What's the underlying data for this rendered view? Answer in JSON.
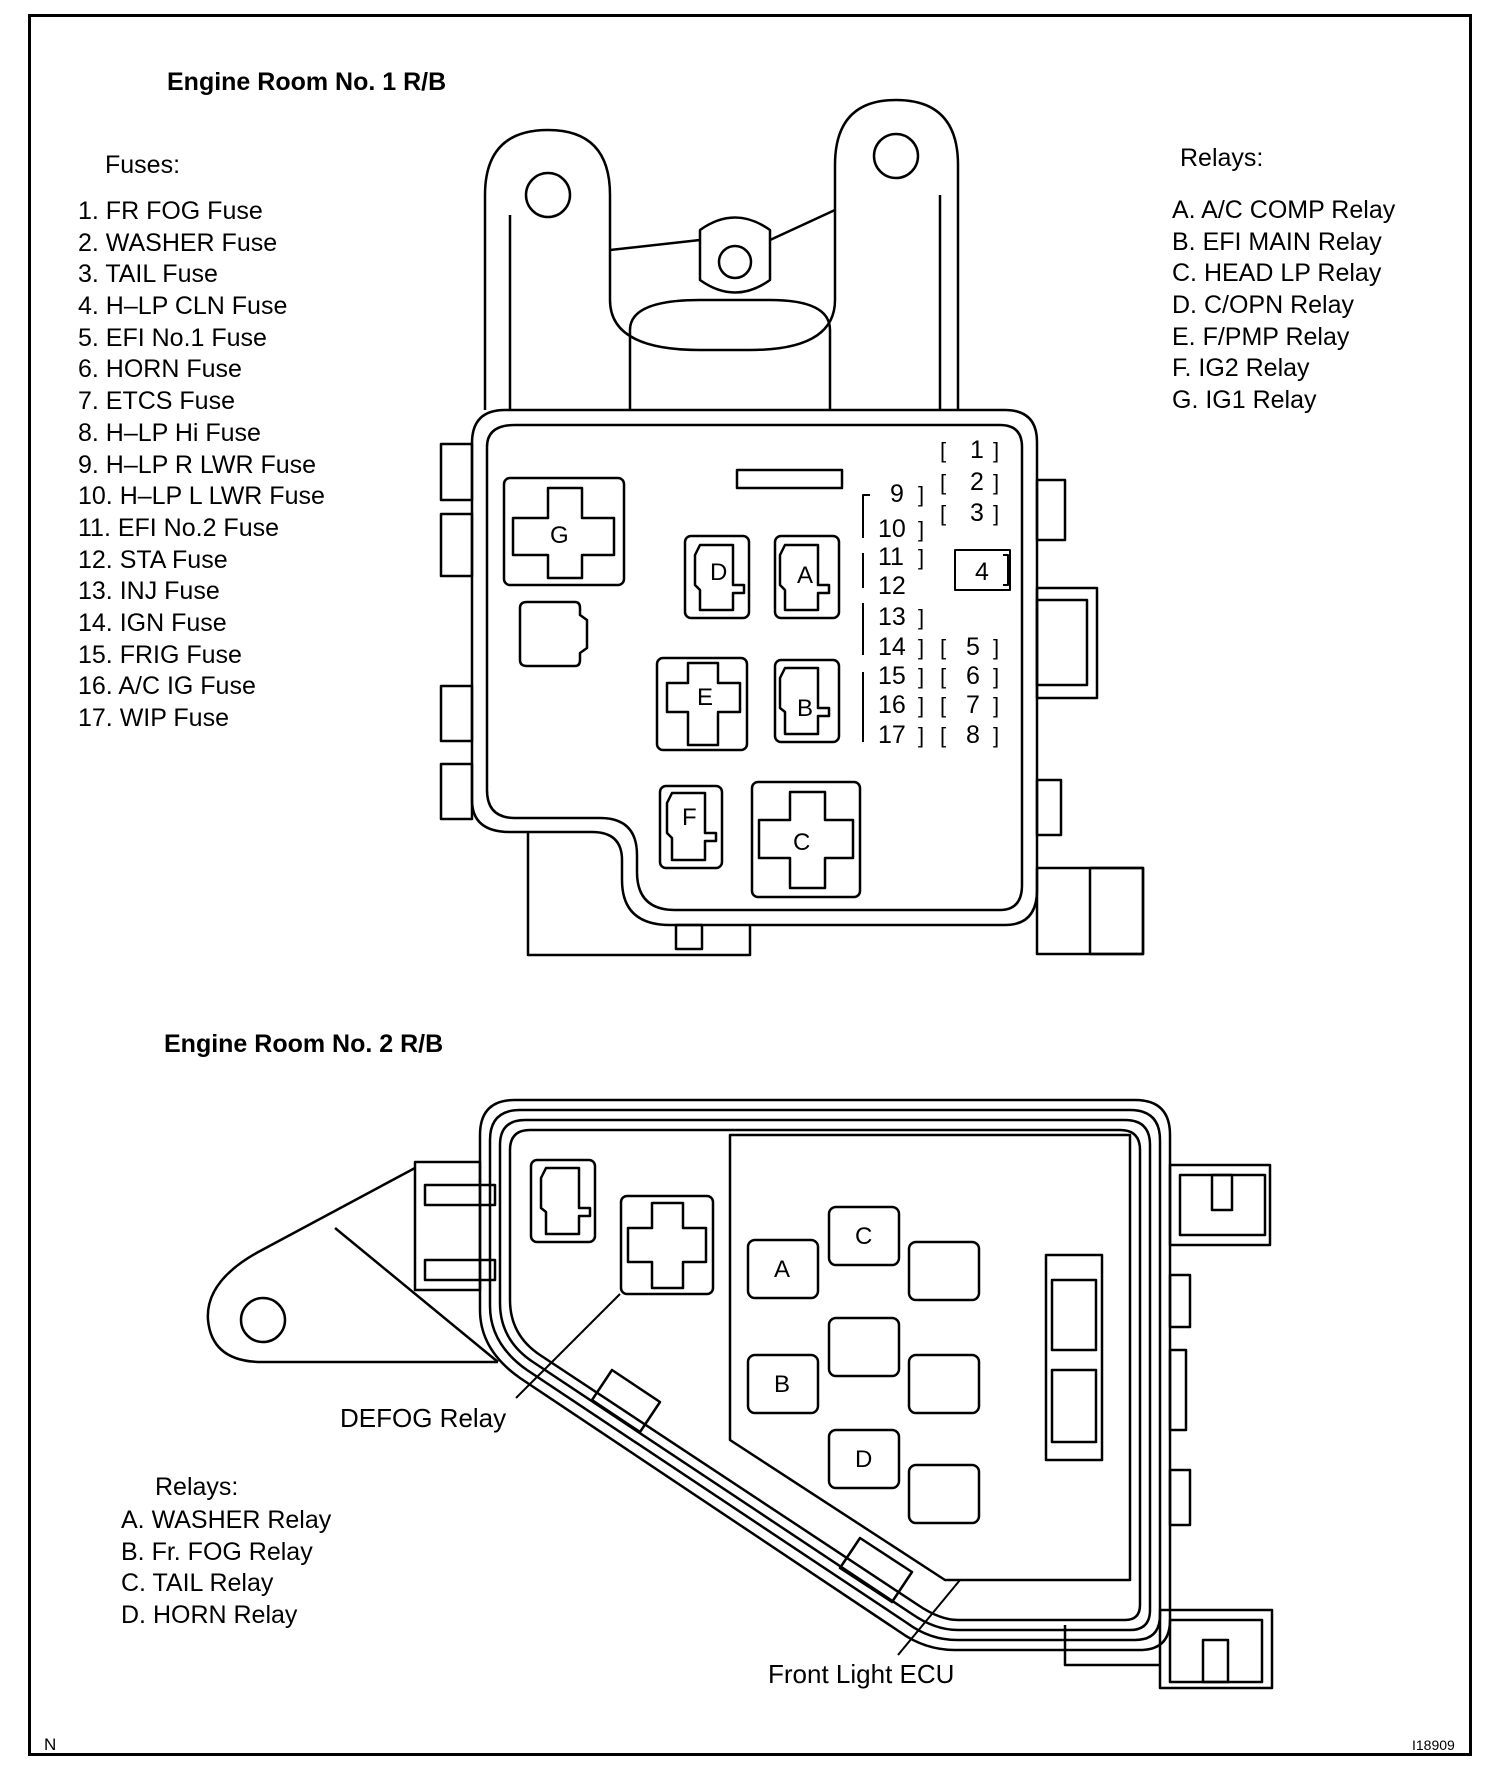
{
  "box1": {
    "title": "Engine Room No. 1 R/B",
    "fuses_heading": "Fuses:",
    "fuses": [
      "1. FR FOG Fuse",
      "2. WASHER Fuse",
      "3. TAIL Fuse",
      "4. H–LP CLN Fuse",
      "5. EFI No.1 Fuse",
      "6. HORN Fuse",
      "7. ETCS Fuse",
      "8. H–LP Hi Fuse",
      "9. H–LP R LWR Fuse",
      "10. H–LP L LWR Fuse",
      "11. EFI No.2 Fuse",
      "12. STA Fuse",
      "13. INJ Fuse",
      "14. IGN Fuse",
      "15. FRIG Fuse",
      "16. A/C IG Fuse",
      "17. WIP Fuse"
    ],
    "relays_heading": "Relays:",
    "relays": [
      "A. A/C COMP Relay",
      "B. EFI MAIN Relay",
      "C. HEAD LP Relay",
      "D. C/OPN Relay",
      "E. F/PMP Relay",
      "F. IG2 Relay",
      "G. IG1 Relay"
    ],
    "diagram_labels": {
      "relay_letters": [
        "A",
        "B",
        "C",
        "D",
        "E",
        "F",
        "G"
      ],
      "fuse_numbers": [
        "1",
        "2",
        "3",
        "4",
        "5",
        "6",
        "7",
        "8",
        "9",
        "10",
        "11",
        "12",
        "13",
        "14",
        "15",
        "16",
        "17"
      ]
    }
  },
  "box2": {
    "title": "Engine Room No. 2 R/B",
    "relays_heading": "Relays:",
    "relays": [
      "A. WASHER Relay",
      "B. Fr. FOG Relay",
      "C. TAIL Relay",
      "D. HORN Relay"
    ],
    "defog_label": "DEFOG Relay",
    "ecu_label": "Front Light ECU",
    "diagram_labels": {
      "relay_letters": [
        "A",
        "B",
        "C",
        "D"
      ]
    }
  },
  "corner_left": "N",
  "corner_right": "I18909",
  "colors": {
    "ink": "#000000",
    "paper": "#ffffff"
  }
}
